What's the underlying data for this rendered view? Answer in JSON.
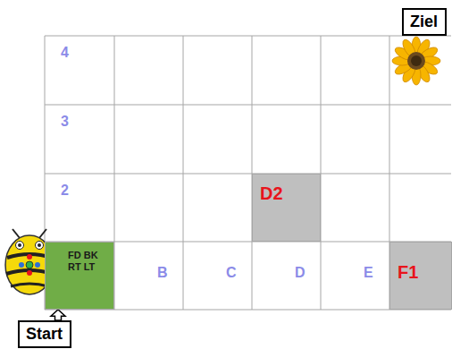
{
  "diagram": {
    "nodes": [
      {
        "text": [
          "Ziel"
        ]
      },
      {
        "text": [
          "4"
        ]
      },
      {
        "text": [
          "3"
        ]
      },
      {
        "text": [
          "2"
        ]
      },
      {
        "text": [
          "D2"
        ]
      },
      {
        "text": [
          "FD BK RT LT"
        ]
      },
      {
        "text": [
          "B"
        ]
      },
      {
        "text": [
          "C"
        ]
      },
      {
        "text": [
          "D"
        ]
      },
      {
        "text": [
          "E"
        ]
      },
      {
        "text": [
          "F1"
        ]
      },
      {
        "text": [
          "Start"
        ]
      }
    ],
    "edges": [
      {
        "from": 11,
        "to": 5,
        "arrow": "to"
      }
    ]
  }
}
